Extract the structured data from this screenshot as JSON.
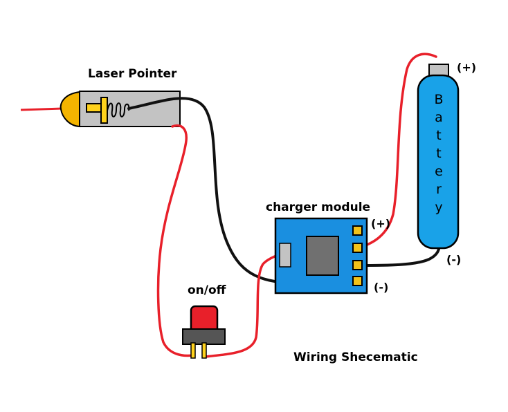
{
  "labels": {
    "laser_pointer": "Laser Pointer",
    "switch": "on/off",
    "charger_module": "charger module",
    "module_plus": "(+)",
    "module_minus": "(-)",
    "battery_plus": "(+)",
    "battery_minus": "(-)",
    "caption": "Wiring Shecematic"
  },
  "battery_letters": [
    "B",
    "a",
    "t",
    "t",
    "e",
    "r",
    "y"
  ],
  "colors": {
    "wire_red": "#e8202a",
    "wire_black": "#111111",
    "laser_body": "#c3c3c3",
    "laser_lens": "#f4b400",
    "laser_parts": "#ffd21c",
    "module": "#1a8fe0",
    "module_chip": "#707070",
    "module_pin": "#f2c21a",
    "battery": "#19a2e8",
    "battery_cap": "#c3c3c3",
    "switch_button": "#e8202a",
    "switch_base": "#555555",
    "switch_pins": "#ffd21c"
  },
  "module_terminals": [
    "out-plus",
    "bat-plus",
    "bat-minus",
    "out-minus"
  ]
}
